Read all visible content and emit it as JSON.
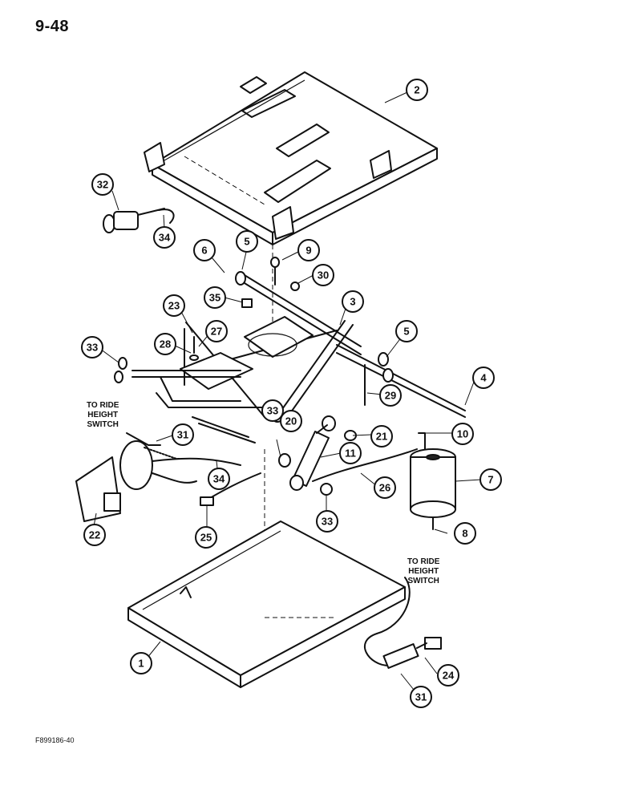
{
  "page_number": "9-48",
  "figure_code": "F899186-40",
  "notes": {
    "upper": "TO RIDE\nHEIGHT\nSWITCH",
    "lower": "TO RIDE\nHEIGHT\nSWITCH"
  },
  "callouts": [
    "2",
    "32",
    "34",
    "6",
    "5",
    "9",
    "30",
    "35",
    "3",
    "23",
    "27",
    "28",
    "33",
    "5",
    "4",
    "29",
    "20",
    "21",
    "10",
    "31",
    "34",
    "11",
    "26",
    "7",
    "22",
    "25",
    "33",
    "8",
    "1",
    "24",
    "31",
    "33"
  ]
}
